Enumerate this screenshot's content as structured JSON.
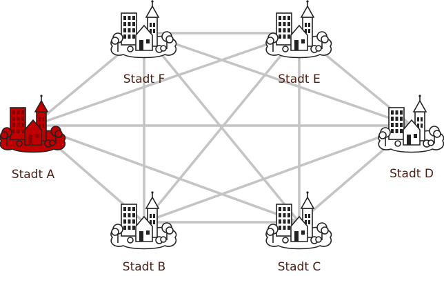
{
  "diagram": {
    "nodes": [
      {
        "id": "A",
        "label": "Stadt A",
        "highlighted": true
      },
      {
        "id": "B",
        "label": "Stadt B",
        "highlighted": false
      },
      {
        "id": "C",
        "label": "Stadt C",
        "highlighted": false
      },
      {
        "id": "D",
        "label": "Stadt D",
        "highlighted": false
      },
      {
        "id": "E",
        "label": "Stadt E",
        "highlighted": false
      },
      {
        "id": "F",
        "label": "Stadt F",
        "highlighted": false
      }
    ],
    "edges": [
      [
        "A",
        "B"
      ],
      [
        "A",
        "C"
      ],
      [
        "A",
        "D"
      ],
      [
        "A",
        "E"
      ],
      [
        "A",
        "F"
      ],
      [
        "B",
        "C"
      ],
      [
        "B",
        "D"
      ],
      [
        "B",
        "E"
      ],
      [
        "B",
        "F"
      ],
      [
        "C",
        "D"
      ],
      [
        "C",
        "E"
      ],
      [
        "C",
        "F"
      ],
      [
        "D",
        "E"
      ],
      [
        "D",
        "F"
      ],
      [
        "E",
        "F"
      ]
    ],
    "icon": "city-icon",
    "colors": {
      "highlight": "#c00000",
      "highlight_dark": "#8a0000",
      "default_fill": "#ffffff",
      "outline": "#222222",
      "edge": "#c4c4c4",
      "label": "#4a1e12"
    }
  }
}
